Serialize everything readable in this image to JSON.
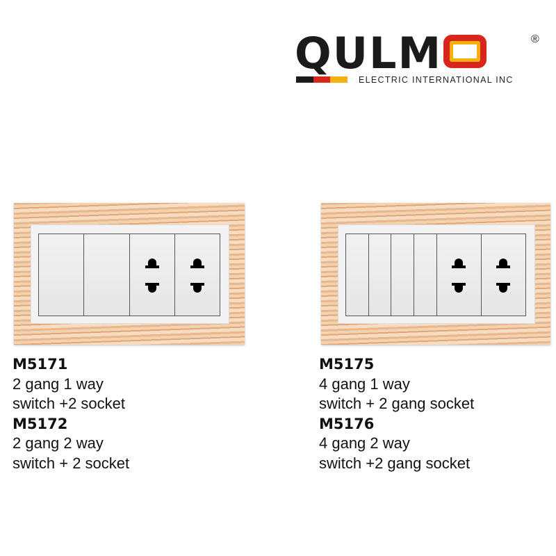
{
  "logo": {
    "brand": "QULM",
    "brand_last": "O",
    "registered": "®",
    "tagline": "ELECTRIC INTERNATIONAL INC",
    "stripe_colors": [
      "#1a1a1a",
      "#d9261c",
      "#f2b20b"
    ]
  },
  "products": [
    {
      "items": [
        {
          "model": "M5171",
          "line1": "2 gang 1 way",
          "line2": "switch +2 socket"
        },
        {
          "model": "M5172",
          "line1": "2 gang 2 way",
          "line2": "switch + 2 socket"
        }
      ]
    },
    {
      "items": [
        {
          "model": "M5175",
          "line1": "4 gang 1 way",
          "line2": "switch + 2 gang socket"
        },
        {
          "model": "M5176",
          "line1": "4 gang 2 way",
          "line2": "switch +2 gang socket"
        }
      ]
    }
  ]
}
